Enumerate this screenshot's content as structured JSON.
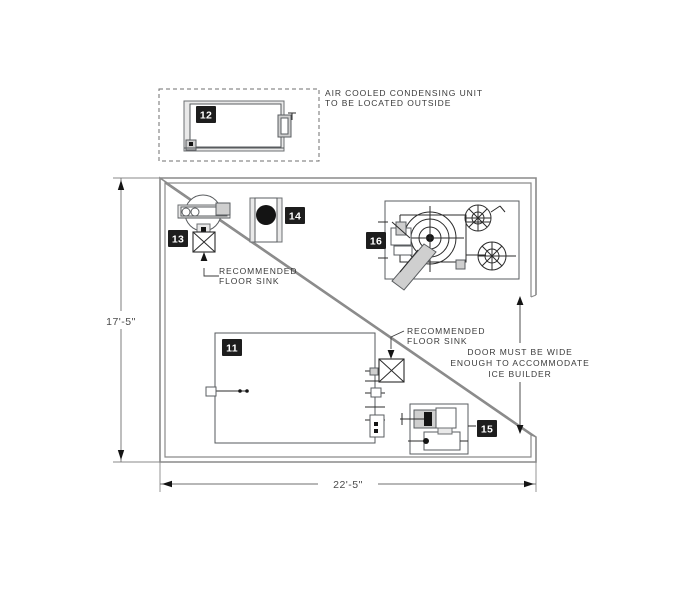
{
  "drawing": {
    "type": "equipment-room-floor-plan",
    "background_color": "#ffffff",
    "line_color": "#8a8a8a",
    "tag_box_color": "#1d1d1d",
    "tag_text_color": "#ffffff"
  },
  "notes": {
    "condensing_unit": {
      "line1": "AIR COOLED CONDENSING UNIT",
      "line2": "TO BE LOCATED OUTSIDE"
    },
    "floor_sink_left": {
      "line1": "RECOMMENDED",
      "line2": "FLOOR SINK"
    },
    "floor_sink_center": {
      "line1": "RECOMMENDED",
      "line2": "FLOOR SINK"
    },
    "door_note": {
      "line1": "DOOR MUST BE WIDE",
      "line2": "ENOUGH TO ACCOMMODATE",
      "line3": "ICE BUILDER"
    }
  },
  "dimensions": {
    "vertical": "17'-5\"",
    "horizontal": "22'-5\""
  },
  "tags": {
    "item_11": "11",
    "item_12": "12",
    "item_13": "13",
    "item_14": "14",
    "item_15": "15",
    "item_16": "16"
  },
  "equipment": [
    {
      "tag": "12",
      "name": "air-cooled-condensing-unit",
      "location": "outside-dashed-enclosure"
    },
    {
      "tag": "13",
      "name": "circular-tank-unit",
      "location": "upper-left-of-room"
    },
    {
      "tag": "14",
      "name": "rectangular-unit-with-port",
      "location": "upper-left-of-room"
    },
    {
      "tag": "16",
      "name": "ice-builder-assembly",
      "location": "upper-right-of-room"
    },
    {
      "tag": "11",
      "name": "large-rectangular-tank",
      "location": "lower-left-of-room"
    },
    {
      "tag": "15",
      "name": "pump-motor-assembly",
      "location": "lower-right-of-room"
    }
  ]
}
